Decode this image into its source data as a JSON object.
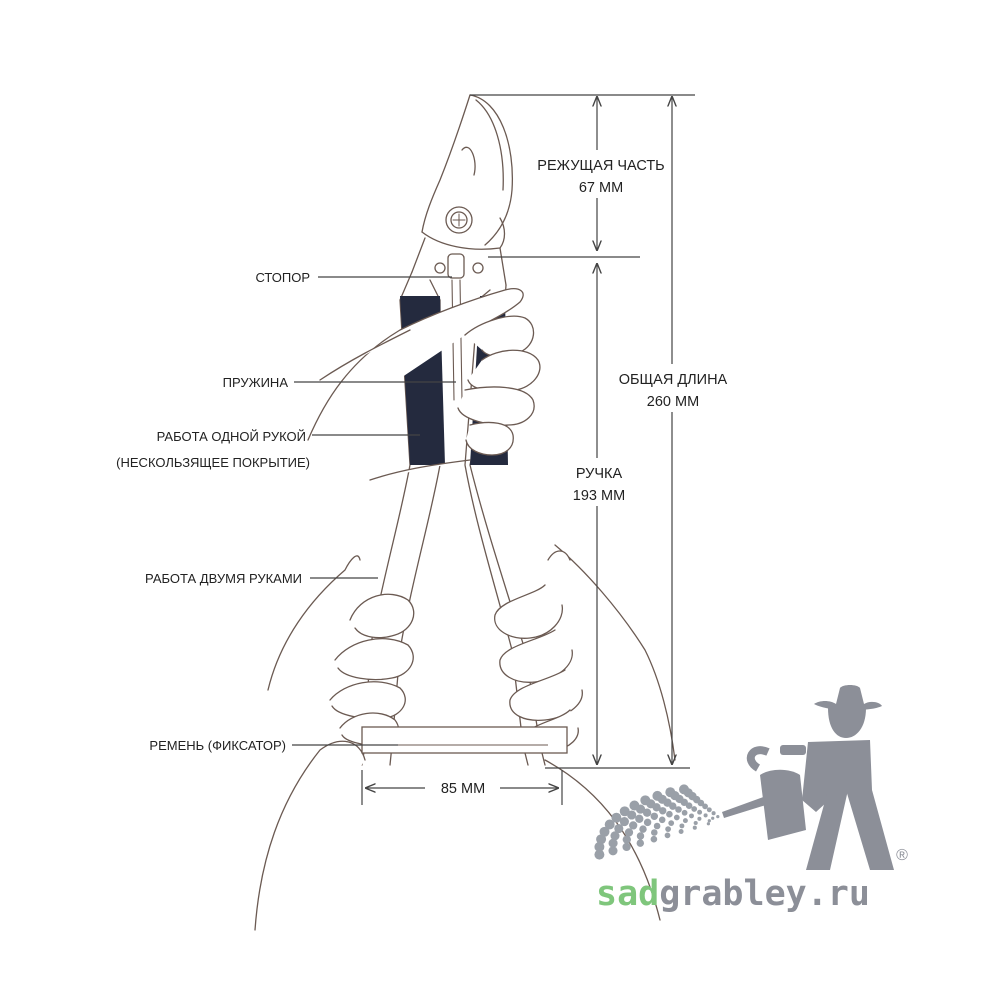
{
  "labels": {
    "stopper": "СТОПОР",
    "spring": "ПРУЖИНА",
    "one_hand_line1": "РАБОТА ОДНОЙ РУКОЙ",
    "one_hand_line2": "(НЕСКОЛЬЗЯЩЕЕ ПОКРЫТИЕ)",
    "two_hands": "РАБОТА ДВУМЯ РУКАМИ",
    "strap": "РЕМЕНЬ (ФИКСАТОР)"
  },
  "dimensions": {
    "cutting_part_label": "РЕЖУЩАЯ ЧАСТЬ",
    "cutting_part_value": "67 ММ",
    "total_length_label": "ОБЩАЯ ДЛИНА",
    "total_length_value": "260 ММ",
    "handle_label": "РУЧКА",
    "handle_value": "193 ММ",
    "width_value": "85 ММ"
  },
  "logo": {
    "part1": "sad",
    "part2": "grabley.ru",
    "registered": "®"
  },
  "colors": {
    "line": "#6b5a52",
    "grip": "#242a3e",
    "text": "#222222",
    "logo_gray": "#8c8f98",
    "logo_green": "#7fc67c"
  }
}
